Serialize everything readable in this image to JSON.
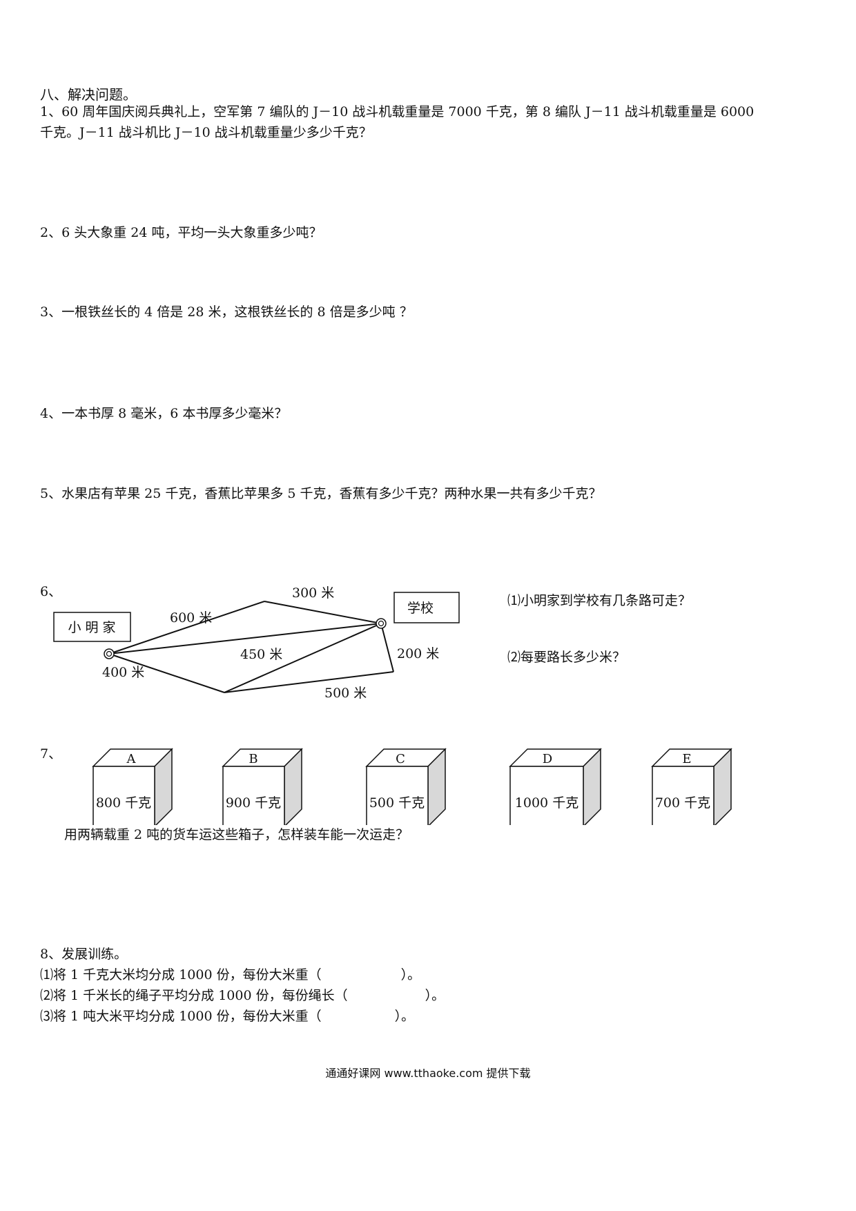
{
  "section_title": "八、解决问题。",
  "q1": {
    "line1": "1、60 周年国庆阅兵典礼上，空军第 7 编队的 J－10 战斗机载重量是 7000 千克，第 8 编队 J－11 战斗机载重量是 6000",
    "line2": "千克。J－11 战斗机比 J－10 战斗机载重量少多少千克？"
  },
  "q2": "2、6 头大象重 24 吨，平均一头大象重多少吨？",
  "q3": "3、一根铁丝长的 4 倍是 28 米，这根铁丝长的 8 倍是多少吨 ？",
  "q4": "4、一本书厚 8 毫米，6 本书厚多少毫米？",
  "q5": "5、水果店有苹果 25 千克，香蕉比苹果多 5 千克，香蕉有多少千克？两种水果一共有多少千克？",
  "q6": {
    "number": "6、",
    "home_label": "小 明 家",
    "school_label": "学校",
    "edges": {
      "home_top": "600 米",
      "top_school": "300 米",
      "home_bottom": "400 米",
      "bottom_school": "450 米",
      "school_right": "200 米",
      "right_bottom": "500 米"
    },
    "sub1": "⑴小明家到学校有几条路可走？",
    "sub2": "⑵每要路长多少米？"
  },
  "q7": {
    "number": "7、",
    "boxes": [
      {
        "letter": "A",
        "weight": "800 千克"
      },
      {
        "letter": "B",
        "weight": "900 千克"
      },
      {
        "letter": "C",
        "weight": "500 千克"
      },
      {
        "letter": "D",
        "weight": "1000 千克"
      },
      {
        "letter": "E",
        "weight": "700 千克"
      }
    ],
    "question": "用两辆载重 2 吨的货车运这些箱子，怎样装车能一次运走？"
  },
  "q8": {
    "title": "8、发展训练。",
    "s1_before": "⑴将 1 千克大米均分成 1000 份，每份大米重（",
    "s1_after": "）。",
    "s2_before": "⑵将 1 千米长的绳子平均分成 1000 份，每份绳长（",
    "s2_after": "）。",
    "s3_before": "⑶将 1 吨大米平均分成 1000 份，每份大米重（",
    "s3_after": "）。"
  },
  "footer": "通通好课网 www.tthaoke.com 提供下载"
}
